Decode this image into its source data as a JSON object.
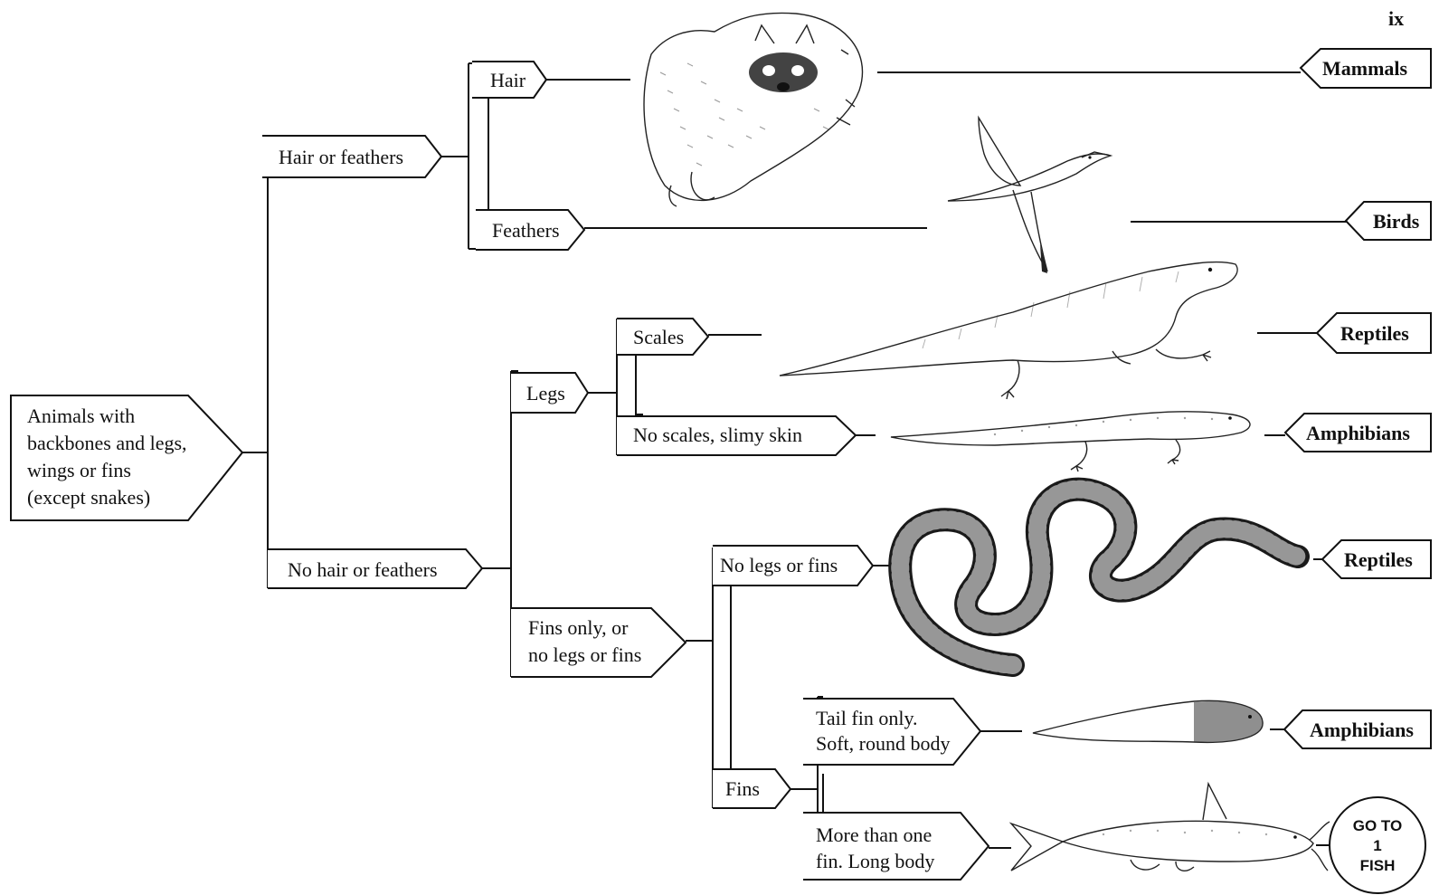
{
  "page_number": "ix",
  "root": {
    "lines": [
      "Animals with",
      "backbones and legs,",
      "wings or fins",
      "(except snakes)"
    ]
  },
  "level1": {
    "hair_or_feathers": "Hair or feathers",
    "no_hair_or_feathers": "No hair or feathers"
  },
  "level2": {
    "hair": "Hair",
    "feathers": "Feathers",
    "legs": "Legs",
    "fins_only": [
      "Fins only, or",
      "no legs or fins"
    ]
  },
  "level3": {
    "scales": "Scales",
    "no_scales": "No scales, slimy skin",
    "no_legs_or_fins": "No legs or fins",
    "fins": "Fins"
  },
  "level4": {
    "tail_fin": [
      "Tail fin only.",
      "Soft, round body"
    ],
    "more_fins": [
      "More than one",
      "fin. Long body"
    ]
  },
  "results": {
    "mammals": "Mammals",
    "birds": "Birds",
    "reptiles_1": "Reptiles",
    "amphibians_1": "Amphibians",
    "reptiles_2": "Reptiles",
    "amphibians_2": "Amphibians",
    "goto": [
      "GO TO",
      "1",
      "FISH"
    ]
  },
  "illustrations": {
    "raccoon": "raccoon-illustration",
    "bird": "pintail-duck-illustration",
    "lizard": "lizard-illustration",
    "salamander": "salamander-illustration",
    "snake": "snake-illustration",
    "tadpole": "tadpole-illustration",
    "fish": "catfish-illustration"
  }
}
